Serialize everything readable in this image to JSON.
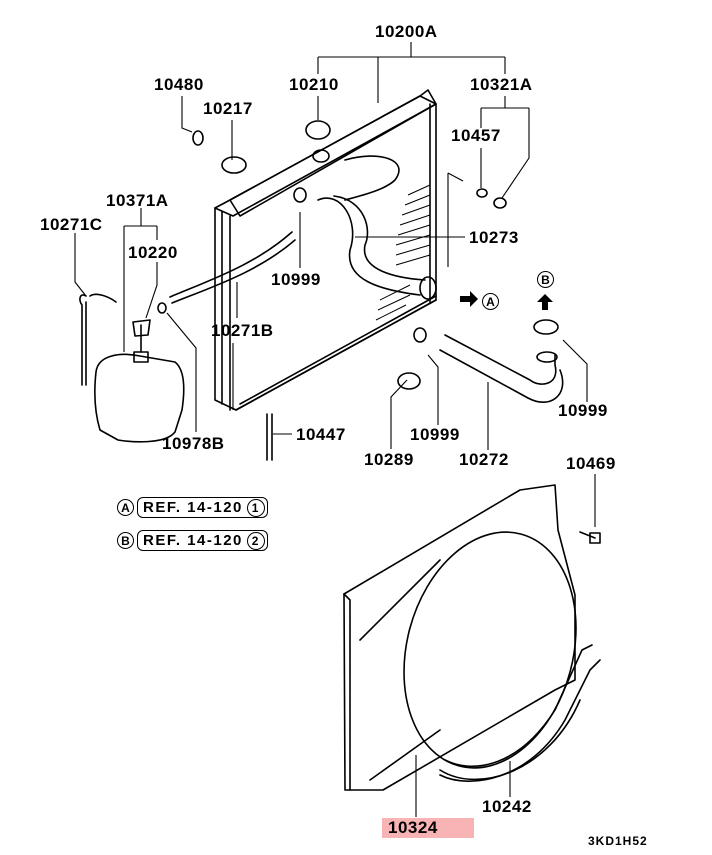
{
  "diagram": {
    "title": "Radiator & Fan Shroud Parts Diagram",
    "highlight_color": "#f8b4b4",
    "drawing_code": "3KD1H52",
    "callouts": {
      "p10200A": "10200A",
      "p10210": "10210",
      "p10321A": "10321A",
      "p10480": "10480",
      "p10217": "10217",
      "p10457": "10457",
      "p10371A": "10371A",
      "p10271C": "10271C",
      "p10220": "10220",
      "p10999_top": "10999",
      "p10273": "10273",
      "p10271B": "10271B",
      "p10978B": "10978B",
      "p10447": "10447",
      "p10289": "10289",
      "p10999_mid": "10999",
      "p10272": "10272",
      "p10999_right": "10999",
      "p10469": "10469",
      "p10324": "10324",
      "p10242": "10242"
    },
    "connection_markers": {
      "a": "A",
      "b": "B"
    },
    "references": [
      {
        "marker": "A",
        "text": "REF. 14-120",
        "index": "1"
      },
      {
        "marker": "B",
        "text": "REF. 14-120",
        "index": "2"
      }
    ],
    "highlighted_part": "10324"
  }
}
